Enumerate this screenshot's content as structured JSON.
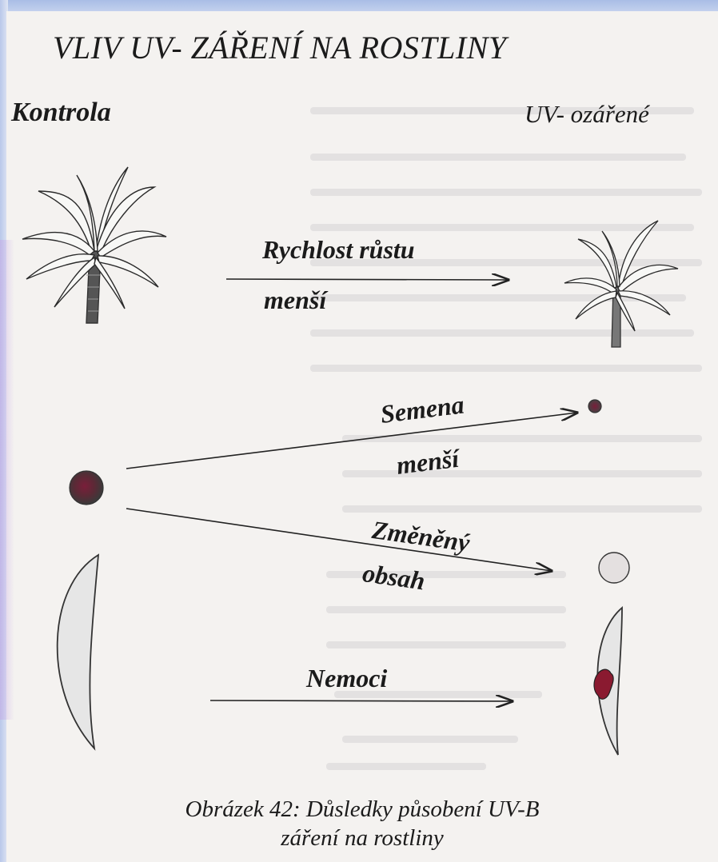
{
  "title": "VLIV   UV- ZÁŘENÍ NA ROSTLINY",
  "labels": {
    "control": "Kontrola",
    "irradiated": "UV- ozářené"
  },
  "effects": [
    {
      "line1": "Rychlost růstu",
      "line2": "menší"
    },
    {
      "line1": "Semena",
      "line2": "menší"
    },
    {
      "line1": "Změněný",
      "line2": "obsah"
    },
    {
      "line1": "Nemoci",
      "line2": ""
    }
  ],
  "caption": {
    "line1": "Obrázek 42: Důsledky působení UV-B",
    "line2": "záření na rostliny"
  }
}
